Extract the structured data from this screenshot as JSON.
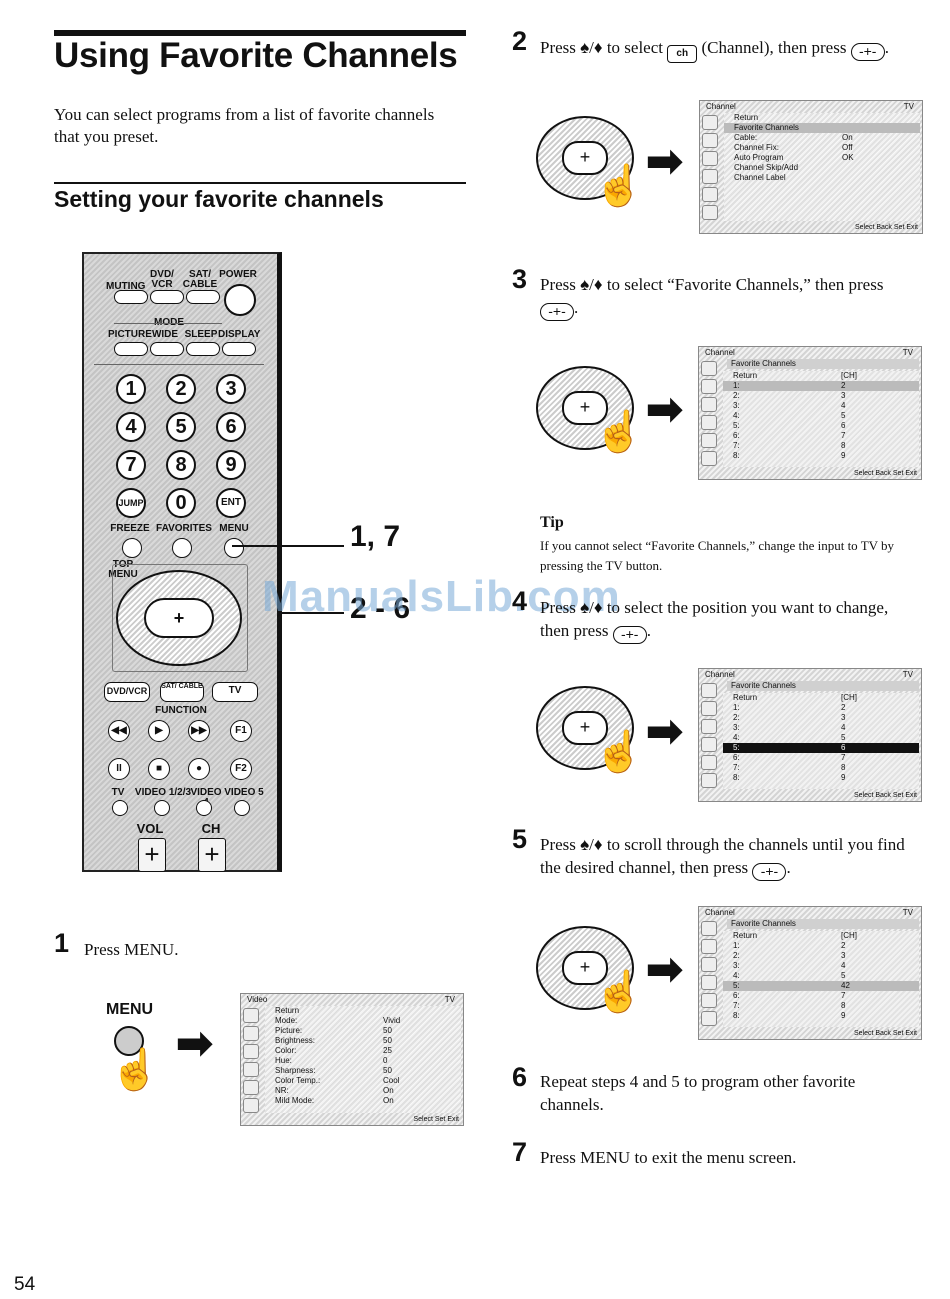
{
  "title": "Using Favorite Channels",
  "intro": "You can select programs from a list of favorite channels that you preset.",
  "subheading": "Setting your favorite channels",
  "page_number": "54",
  "watermark": "ManualsLib.com",
  "remote": {
    "row1_labels": [
      "MUTING",
      "DVD/ VCR",
      "SAT/ CABLE",
      "POWER"
    ],
    "mode_label": "MODE",
    "row2_labels": [
      "PICTURE",
      "WIDE",
      "SLEEP",
      "DISPLAY"
    ],
    "numbers": [
      "1",
      "2",
      "3",
      "4",
      "5",
      "6",
      "7",
      "8",
      "9"
    ],
    "jump": "JUMP",
    "zero": "0",
    "ent": "ENT",
    "row3_labels": [
      "FREEZE",
      "FAVORITES",
      "MENU"
    ],
    "top_menu": "TOP MENU",
    "function_buttons": [
      "DVD/VCR",
      "SAT/ CABLE",
      "TV"
    ],
    "function_label": "FUNCTION",
    "transport": [
      "◀◀",
      "▶",
      "▶▶",
      "F1",
      "II",
      "■",
      "●",
      "F2"
    ],
    "inputs": [
      "TV",
      "VIDEO 1/2/3",
      "VIDEO 4",
      "VIDEO 5"
    ],
    "vol": "VOL",
    "ch": "CH",
    "plus": "+"
  },
  "callouts": [
    "1, 7",
    "2 - 6"
  ],
  "enter_symbol": "-+-",
  "channel_icon_text": "ch",
  "arrows_symbol": "♠/♦",
  "steps": [
    {
      "num": "1",
      "text": "Press MENU."
    },
    {
      "num": "2",
      "text_a": "Press ♠/♦ to select",
      "text_b": "(Channel), then press"
    },
    {
      "num": "3",
      "text": "Press ♠/♦ to select “Favorite Channels,” then press"
    },
    {
      "num": "4",
      "text": "Press ♠/♦ to select the position you want to change, then press"
    },
    {
      "num": "5",
      "text": "Press ♠/♦ to scroll through the channels until you find the desired channel, then press"
    },
    {
      "num": "6",
      "text": "Repeat steps 4 and 5 to program other favorite channels."
    },
    {
      "num": "7",
      "text": "Press MENU to exit the menu screen."
    }
  ],
  "menu_button_label": "MENU",
  "tip": {
    "title": "Tip",
    "body": "If you cannot select “Favorite Channels,” change the input to TV by pressing the TV button."
  },
  "screens": {
    "video": {
      "header": "Video",
      "header_right": "TV",
      "rows": [
        [
          "Return",
          ""
        ],
        [
          "Mode:",
          "Vivid"
        ],
        [
          "Picture:",
          "50"
        ],
        [
          "Brightness:",
          "50"
        ],
        [
          "Color:",
          "25"
        ],
        [
          "Hue:",
          "0"
        ],
        [
          "Sharpness:",
          "50"
        ],
        [
          "Color Temp.:",
          "Cool"
        ],
        [
          "NR:",
          "On"
        ],
        [
          "Mild Mode:",
          "On"
        ]
      ],
      "footer": "Select  Set  Exit"
    },
    "channel": {
      "header": "Channel",
      "header_right": "TV",
      "rows": [
        [
          "Return",
          ""
        ],
        [
          "Favorite Channels",
          ""
        ],
        [
          "Cable:",
          "On"
        ],
        [
          "Channel Fix:",
          "Off"
        ],
        [
          "Auto Program",
          "OK"
        ],
        [
          "Channel Skip/Add",
          ""
        ],
        [
          "Channel Label",
          ""
        ]
      ],
      "footer": "Select  Back  Set  Exit"
    },
    "fav1": {
      "header": "Channel",
      "header_right": "TV",
      "sub": "Favorite Channels",
      "rows": [
        [
          "Return",
          "[CH]"
        ],
        [
          "1:",
          "2"
        ],
        [
          "2:",
          "3"
        ],
        [
          "3:",
          "4"
        ],
        [
          "4:",
          "5"
        ],
        [
          "5:",
          "6"
        ],
        [
          "6:",
          "7"
        ],
        [
          "7:",
          "8"
        ],
        [
          "8:",
          "9"
        ]
      ],
      "footer": "Select  Back  Set  Exit"
    },
    "fav2": {
      "header": "Channel",
      "header_right": "TV",
      "sub": "Favorite Channels",
      "rows": [
        [
          "Return",
          "[CH]"
        ],
        [
          "1:",
          "2"
        ],
        [
          "2:",
          "3"
        ],
        [
          "3:",
          "4"
        ],
        [
          "4:",
          "5"
        ],
        [
          "5:",
          "6"
        ],
        [
          "6:",
          "7"
        ],
        [
          "7:",
          "8"
        ],
        [
          "8:",
          "9"
        ]
      ],
      "footer": "Select  Back  Set  Exit"
    },
    "fav3": {
      "header": "Channel",
      "header_right": "TV",
      "sub": "Favorite Channels",
      "rows": [
        [
          "Return",
          "[CH]"
        ],
        [
          "1:",
          "2"
        ],
        [
          "2:",
          "3"
        ],
        [
          "3:",
          "4"
        ],
        [
          "4:",
          "5"
        ],
        [
          "5:",
          "42"
        ],
        [
          "6:",
          "7"
        ],
        [
          "7:",
          "8"
        ],
        [
          "8:",
          "9"
        ]
      ],
      "footer": "Select  Back  Set  Exit"
    }
  }
}
